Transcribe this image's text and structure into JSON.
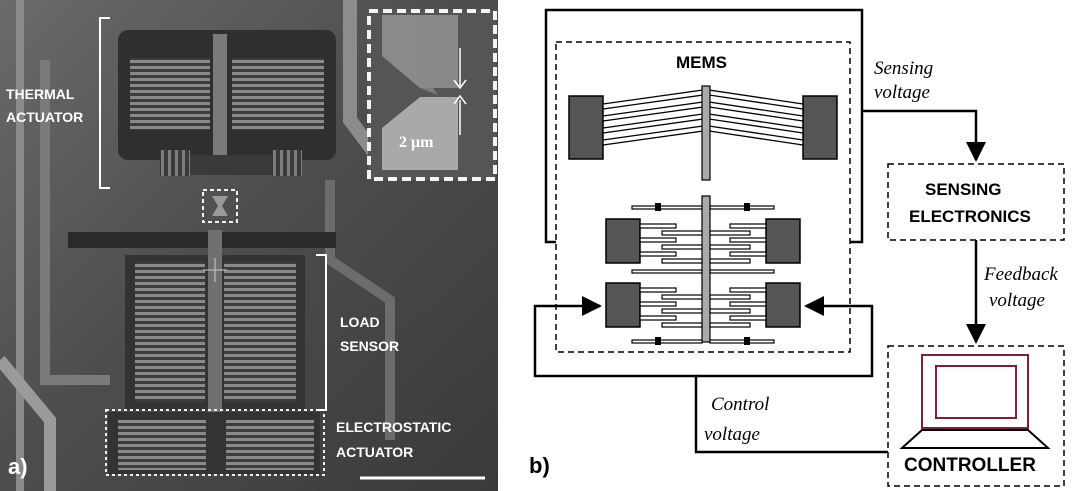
{
  "panel_a": {
    "label": "a)",
    "annotations": {
      "thermal_1": "THERMAL",
      "thermal_2": "ACTUATOR",
      "load_1": "LOAD",
      "load_2": "SENSOR",
      "electro_1": "ELECTROSTATIC",
      "electro_2": "ACTUATOR",
      "inset_scale": "2 μm"
    }
  },
  "panel_b": {
    "label": "b)",
    "mems_label": "MEMS",
    "sensing_electronics_1": "SENSING",
    "sensing_electronics_2": "ELECTRONICS",
    "controller_label": "CONTROLLER",
    "sensing_voltage_1": "Sensing",
    "sensing_voltage_2": "voltage",
    "feedback_voltage_1": "Feedback",
    "feedback_voltage_2": "voltage",
    "control_voltage_1": "Control",
    "control_voltage_2": "voltage"
  },
  "colors": {
    "sem_background": "#4a4a4a",
    "device_dark": "#555555",
    "laptop_outline": "#7a2040"
  }
}
